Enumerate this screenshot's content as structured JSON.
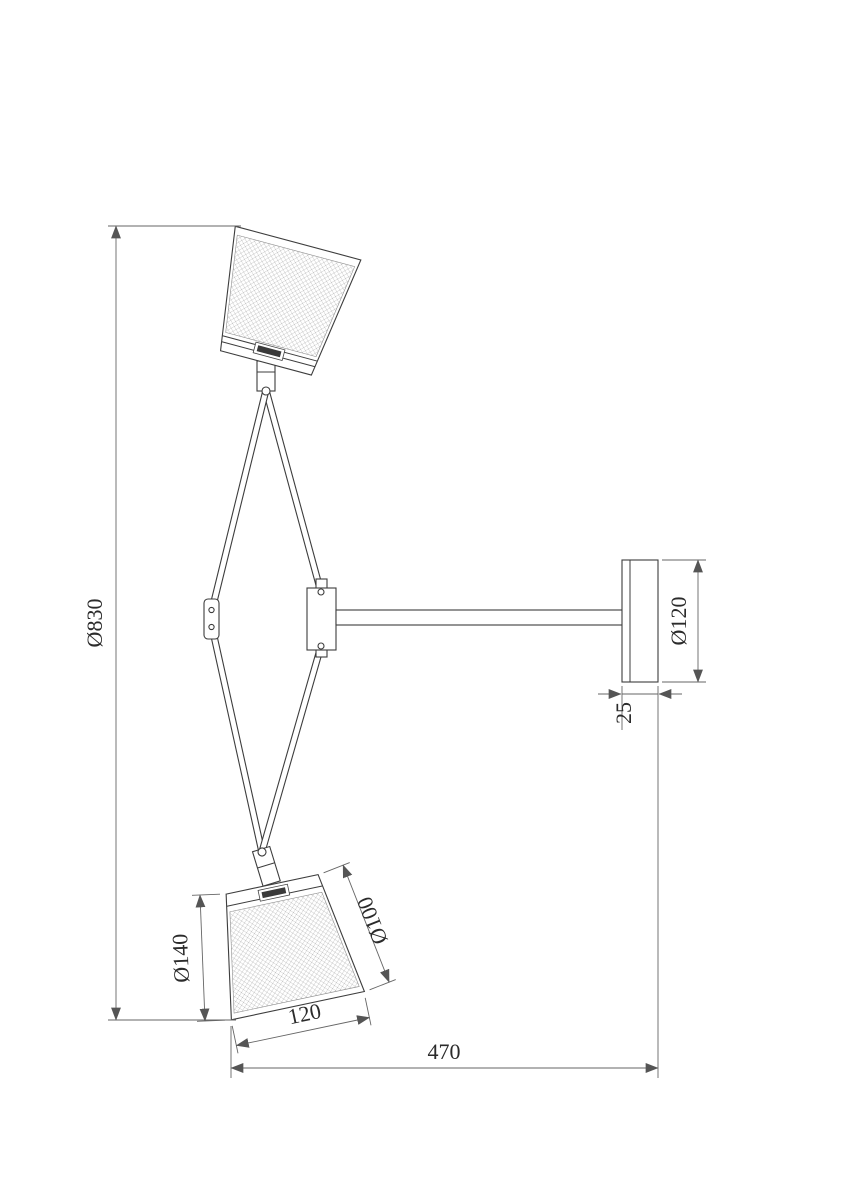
{
  "drawing": {
    "colors": {
      "line": "#3d3d3d",
      "dimension": "#666666",
      "background": "#ffffff"
    },
    "labels": {
      "overall_height": "Ø830",
      "wall_plate_diameter": "Ø120",
      "wall_plate_depth": "25",
      "shade_top_diameter": "Ø100",
      "shade_bottom_diameter": "Ø140",
      "shade_height": "120",
      "wall_extension": "470"
    }
  }
}
